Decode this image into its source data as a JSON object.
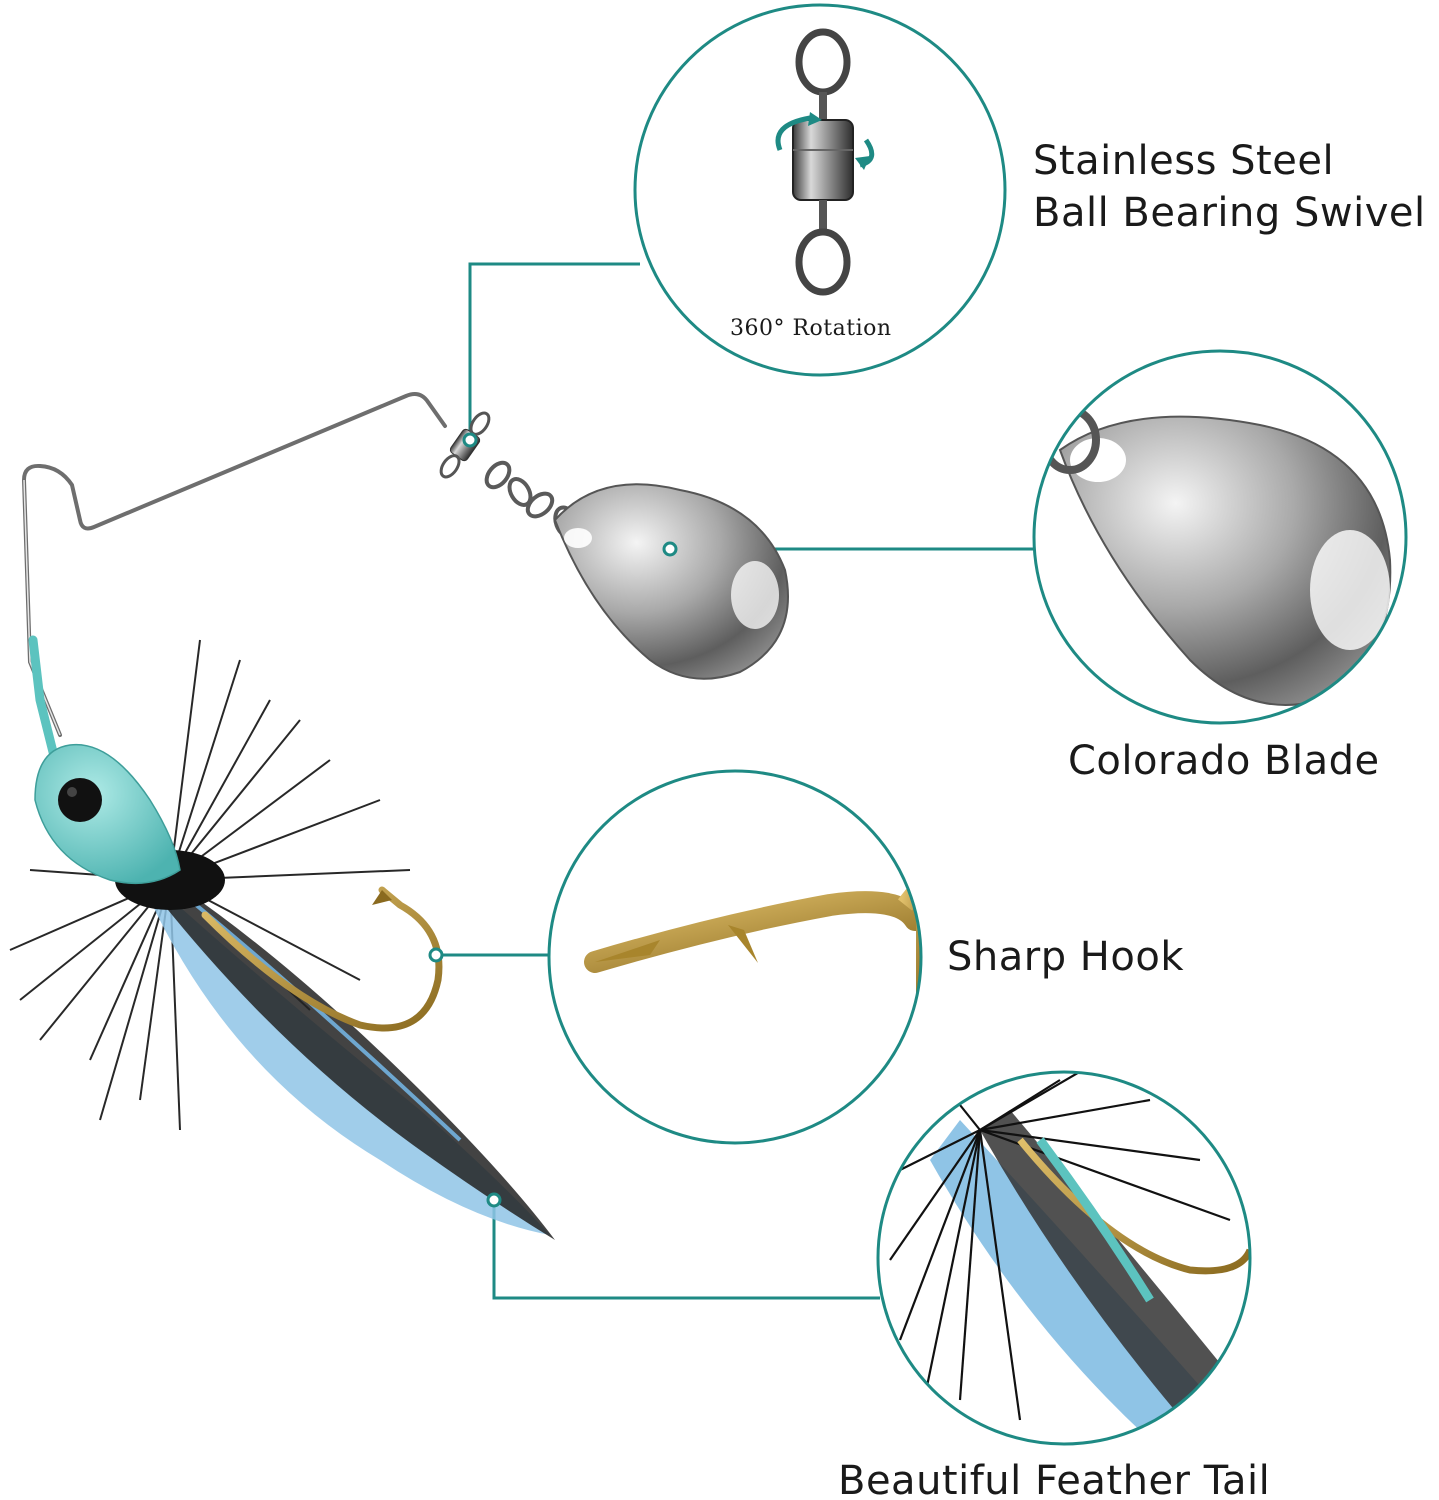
{
  "callouts": {
    "swivel": {
      "line1": "Stainless Steel",
      "line2": "Ball Bearing Swivel",
      "note": "360° Rotation"
    },
    "blade": {
      "text": "Colorado Blade"
    },
    "hook": {
      "text": "Sharp Hook"
    },
    "tail": {
      "text": "Beautiful Feather Tail"
    }
  },
  "colors": {
    "accent": "#1e8a84",
    "head": "#7fd3d0",
    "feather_dark": "#111111",
    "feather_blue": "#8fc4e6",
    "hook_gold": "#b8902f",
    "metal": "#b9b9b9"
  }
}
